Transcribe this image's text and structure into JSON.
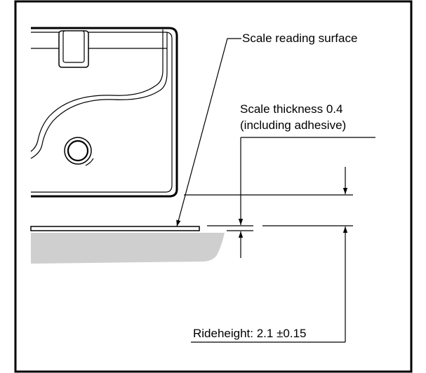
{
  "diagram": {
    "annotations": {
      "reading_surface": "Scale reading surface",
      "thickness_line1": "Scale thickness 0.4",
      "thickness_line2": "(including adhesive)",
      "rideheight": "Rideheight: 2.1 ±0.15"
    },
    "colors": {
      "stroke": "#000000",
      "mount_face": "#cfcfcf",
      "background": "#ffffff"
    }
  }
}
